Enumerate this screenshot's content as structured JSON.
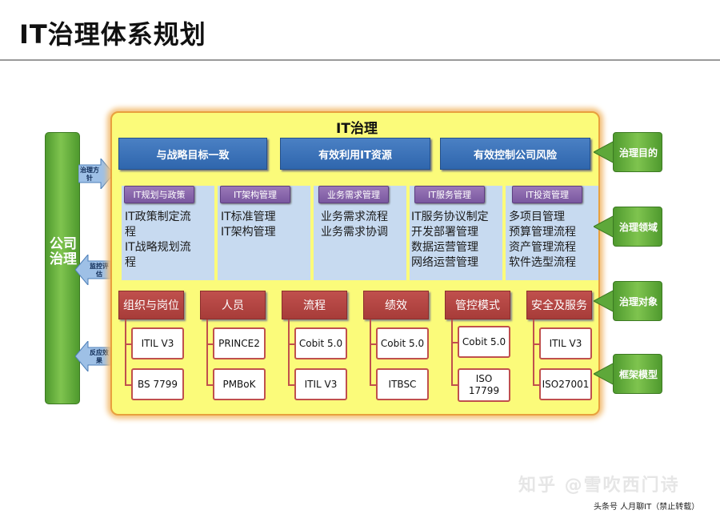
{
  "page": {
    "title": "IT治理体系规划"
  },
  "left": {
    "bar_label": "公司治理",
    "arrows": [
      {
        "label": "治理方针",
        "direction": "right"
      },
      {
        "label": "监控评估",
        "direction": "left"
      },
      {
        "label": "反应效果",
        "direction": "left"
      }
    ]
  },
  "main": {
    "title": "IT治理",
    "goals": [
      "与战略目标一致",
      "有效利用IT资源",
      "有效控制公司风险"
    ],
    "domains": [
      {
        "head": "IT规划与政策",
        "items": [
          "IT政策制定流",
          "程",
          "IT战略规划流",
          "程"
        ]
      },
      {
        "head": "IT架构管理",
        "items": [
          "IT标准管理",
          "IT架构管理"
        ]
      },
      {
        "head": "业务需求管理",
        "items": [
          "业务需求流程",
          "业务需求协调"
        ]
      },
      {
        "head": "IT服务管理",
        "items": [
          "IT服务协议制定",
          "开发部署管理",
          "数据运营管理",
          "网络运营管理"
        ]
      },
      {
        "head": "IT投资管理",
        "items": [
          "多项目管理",
          "预算管理流程",
          "资产管理流程",
          "软件选型流程"
        ]
      }
    ],
    "objects": [
      {
        "head": "组织与岗位",
        "frameworks": [
          "ITIL V3",
          "BS 7799"
        ]
      },
      {
        "head": "人员",
        "frameworks": [
          "PRINCE2",
          "PMBoK"
        ]
      },
      {
        "head": "流程",
        "frameworks": [
          "Cobit 5.0",
          "ITIL V3"
        ]
      },
      {
        "head": "绩效",
        "frameworks": [
          "Cobit 5.0",
          "ITBSC"
        ]
      },
      {
        "head": "管控模式",
        "frameworks": [
          "Cobit 5.0",
          "ISO 17799"
        ]
      },
      {
        "head": "安全及服务",
        "frameworks": [
          "ITIL V3",
          "ISO27001"
        ]
      }
    ]
  },
  "right_tags": [
    "治理目的",
    "治理领域",
    "治理对象",
    "框架模型"
  ],
  "footer": {
    "watermark": "知乎 @雪吹西门诗",
    "note": "头条号 人月聊IT（禁止转载）"
  },
  "colors": {
    "goal_blue": "#2f66ad",
    "domain_purple": "#7a58a0",
    "object_red": "#c0504d",
    "panel_yellow": "#fbfb7a",
    "tag_green": "#4f9a2e"
  }
}
